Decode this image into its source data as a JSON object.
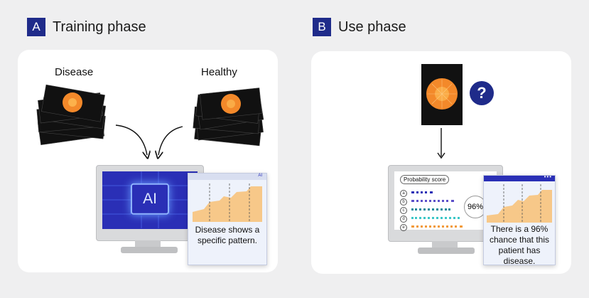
{
  "panel_a": {
    "badge": "A",
    "title": "Training phase",
    "label_disease": "Disease",
    "label_healthy": "Healthy",
    "ai_label": "AI",
    "popup_tag": "AI",
    "popup_text": "Disease shows a specific pattern."
  },
  "panel_b": {
    "badge": "B",
    "title": "Use phase",
    "question": "?",
    "prob_title": "Probability score",
    "options": [
      "a",
      "b",
      "c",
      "d",
      "e"
    ],
    "option_colors": [
      "#2a2fb6",
      "#5b4fc9",
      "#1f8a9a",
      "#3bc7c7",
      "#f29a3a"
    ],
    "percent": "96%",
    "popup_text": "There is a 96% chance that this patient has disease."
  },
  "colors": {
    "accent": "#1f2b8a",
    "chart_fill": "#f7c889",
    "image_glow": "#f3892a"
  }
}
